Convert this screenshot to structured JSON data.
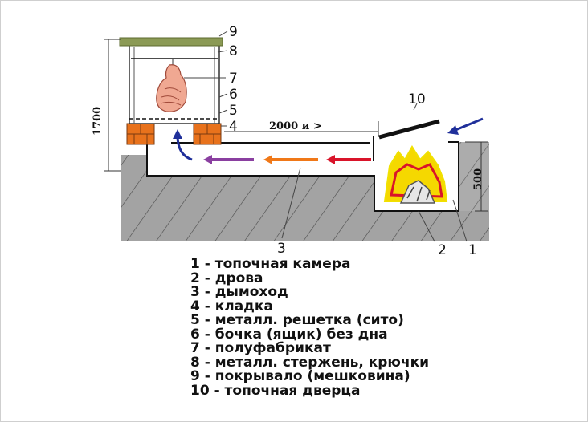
{
  "diagram": {
    "dimensions": {
      "height": "1700",
      "length": "2000 и >",
      "depth": "500"
    },
    "callouts": [
      "1",
      "2",
      "3",
      "4",
      "5",
      "6",
      "7",
      "8",
      "9",
      "10"
    ]
  },
  "legend": [
    "1 - топочная камера",
    "2 - дрова",
    "3 - дымоход",
    "4 - кладка",
    "5 - металл. решетка (сито)",
    "6 - бочка (ящик) без дна",
    "7 - полуфабрикат",
    "8 - металл. стержень, крючки",
    "9 - покрывало (мешковина)",
    "10 - топочная дверца"
  ],
  "colors": {
    "ground": "#9a9a9a",
    "brick": "#e8721c",
    "fire": "#f5d800",
    "flame_edge": "#d9142a",
    "arrow_red": "#d9142a",
    "arrow_orange": "#f07818",
    "arrow_purple": "#8a3fa0",
    "arrow_blue": "#1f2f9a",
    "cover": "#8b9a55"
  }
}
